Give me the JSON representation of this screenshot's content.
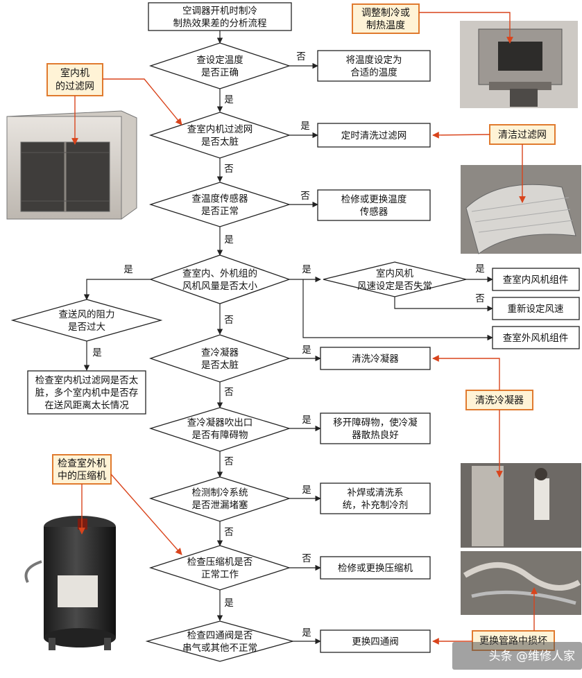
{
  "title": [
    "空调器开机时制冷",
    "制热效果差的分析流程"
  ],
  "decisions": {
    "d1": [
      "查设定温度",
      "是否正确"
    ],
    "d2": [
      "查室内机过滤网",
      "是否太脏"
    ],
    "d3": [
      "查温度传感器",
      "是否正常"
    ],
    "d4": [
      "查室内、外机组的",
      "风机风量是否太小"
    ],
    "d4b": [
      "室内风机",
      "风速设定是否失常"
    ],
    "d5": [
      "查冷凝器",
      "是否太脏"
    ],
    "dl": [
      "查送风的阻力",
      "是否过大"
    ],
    "d6": [
      "查冷凝器吹出口",
      "是否有障碍物"
    ],
    "d7": [
      "检测制冷系统",
      "是否泄漏堵塞"
    ],
    "d8": [
      "检查压缩机是否",
      "正常工作"
    ],
    "d9": [
      "检查四通阀是否",
      "串气或其他不正常"
    ]
  },
  "actions": {
    "a1": [
      "将温度设定为",
      "合适的温度"
    ],
    "a2": [
      "定时清洗过滤网"
    ],
    "a3": [
      "检修或更换温度",
      "传感器"
    ],
    "a4a": [
      "查室内风机组件"
    ],
    "a4b": [
      "重新设定风速"
    ],
    "a4c": [
      "查室外风机组件"
    ],
    "al": [
      "检查室内机过滤网是否太",
      "脏，多个室内机中是否存",
      "在送风距离太长情况"
    ],
    "a5": [
      "清洗冷凝器"
    ],
    "a6": [
      "移开障碍物，使冷凝",
      "器散热良好"
    ],
    "a7": [
      "补焊或清洗系",
      "统，补充制冷剂"
    ],
    "a8": [
      "检修或更换压缩机"
    ],
    "a9": [
      "更换四通阀"
    ]
  },
  "labels": {
    "yes": "是",
    "no": "否"
  },
  "callouts": {
    "c1": [
      "调整制冷或",
      "制热温度"
    ],
    "c2": [
      "室内机",
      "的过滤网"
    ],
    "c3": [
      "清洁过滤网"
    ],
    "c4": [
      "清洗冷凝器"
    ],
    "c5": [
      "检查室外机",
      "中的压缩机"
    ],
    "c6": [
      "更换管路中损坏"
    ]
  },
  "watermark": "头条 @维修人家",
  "colors": {
    "callout_fill": "#fff3d6",
    "callout_border": "#e07a2e",
    "pointer": "#d9441c"
  }
}
